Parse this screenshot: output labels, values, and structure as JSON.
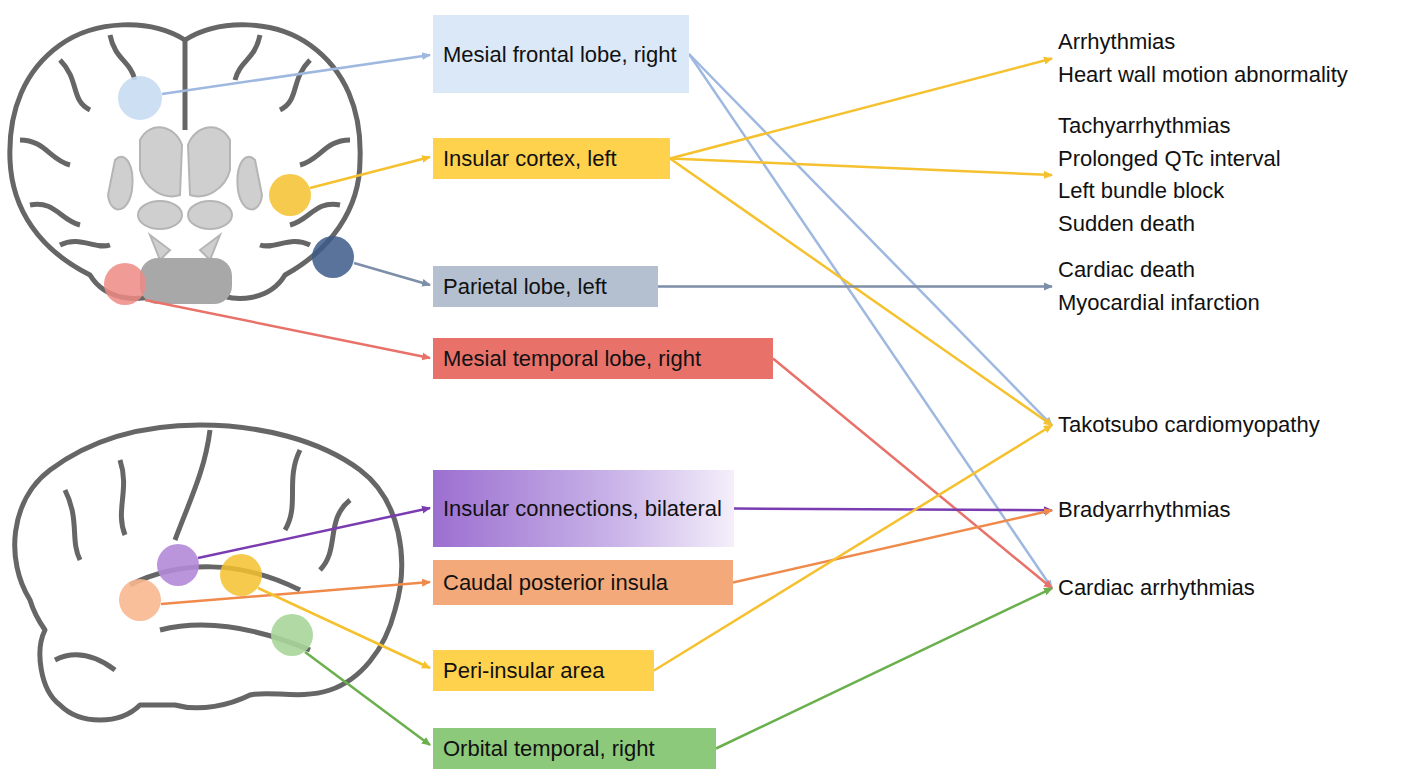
{
  "diagram": {
    "nodes": [
      {
        "text": [
          "Mesial frontal lobe, right"
        ]
      },
      {
        "text": [
          "Insular cortex, left"
        ]
      },
      {
        "text": [
          "Parietal lobe, left"
        ]
      },
      {
        "text": [
          "Mesial temporal lobe, right"
        ]
      },
      {
        "text": [
          "Insular connections, bilateral"
        ]
      },
      {
        "text": [
          "Caudal posterior insula"
        ]
      },
      {
        "text": [
          "Peri-insular area"
        ]
      },
      {
        "text": [
          "Orbital temporal, right"
        ]
      },
      {
        "text": [
          "Arrhythmias",
          "Heart wall motion abnormality"
        ]
      },
      {
        "text": [
          "Tachyarrhythmias",
          "Prolonged QTc interval",
          "Left bundle block",
          "Sudden death"
        ]
      },
      {
        "text": [
          "Cardiac death",
          "Myocardial infarction"
        ]
      },
      {
        "text": [
          "Takotsubo cardiomyopathy"
        ]
      },
      {
        "text": [
          "Bradyarrhythmias"
        ]
      },
      {
        "text": [
          "Cardiac arrhythmias"
        ]
      }
    ],
    "edges": [
      {
        "from": 0,
        "to": 11,
        "arrow": "to"
      },
      {
        "from": 0,
        "to": 13,
        "arrow": "to"
      },
      {
        "from": 1,
        "to": 8,
        "arrow": "to"
      },
      {
        "from": 1,
        "to": 9,
        "arrow": "to"
      },
      {
        "from": 1,
        "to": 11,
        "arrow": "to"
      },
      {
        "from": 2,
        "to": 10,
        "arrow": "to"
      },
      {
        "from": 3,
        "to": 13,
        "arrow": "to"
      },
      {
        "from": 4,
        "to": 12,
        "arrow": "to"
      },
      {
        "from": 5,
        "to": 12,
        "arrow": "to"
      },
      {
        "from": 6,
        "to": 11,
        "arrow": "to"
      },
      {
        "from": 7,
        "to": 13,
        "arrow": "to"
      }
    ]
  }
}
